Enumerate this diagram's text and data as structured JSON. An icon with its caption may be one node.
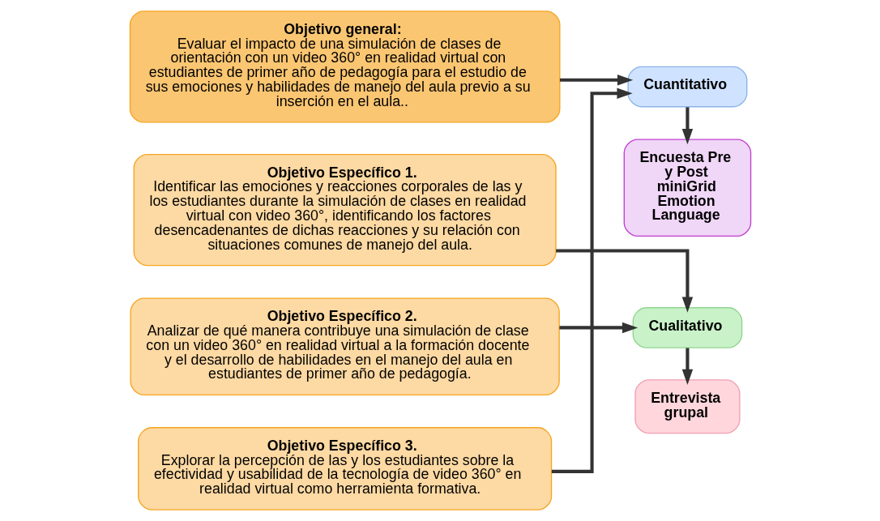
{
  "diagram": {
    "nodes": [
      {
        "text": [
          "Objetivo general:",
          "Evaluar el impacto de una simulación de clases de orientación con un video 360° en realidad virtual con estudiantes de primer año de pedagogía para el estudio de sus emociones y habilidades de manejo del aula previo a su inserción en el aula.."
        ]
      },
      {
        "text": [
          "Objetivo Específico 1.",
          "Identificar las emociones y reacciones corporales de las y los estudiantes durante la simulación de clases en realidad virtual con video 360°, identificando los factores desencadenantes de dichas reacciones y su relación con situaciones comunes de manejo del aula."
        ]
      },
      {
        "text": [
          "Objetivo Específico 2.",
          "Analizar de qué manera contribuye una simulación de clase con un video 360° en realidad virtual a la formación docente y el desarrollo de habilidades en el manejo del aula en estudiantes de primer año de pedagogía."
        ]
      },
      {
        "text": [
          "Objetivo Específico 3.",
          "Explorar la percepción de las y los estudiantes sobre la efectividad y usabilidad de la tecnología de video 360° en realidad virtual como herramienta formativa."
        ]
      },
      {
        "text": [
          "Cualitativo"
        ]
      },
      {
        "text": [
          "Entrevista grupal"
        ]
      },
      {
        "text": [
          "Cuantitativo"
        ]
      },
      {
        "text": [
          "Encuesta Pre y Post miniGrid Emotion Language"
        ]
      }
    ],
    "edges": [
      {
        "from": 1,
        "to": 4,
        "arrow": "to"
      },
      {
        "from": 2,
        "to": 4,
        "arrow": "to"
      },
      {
        "from": 0,
        "to": 6,
        "arrow": "to"
      },
      {
        "from": 3,
        "to": 6,
        "arrow": "to"
      },
      {
        "from": 4,
        "to": 5,
        "arrow": "to"
      },
      {
        "from": 6,
        "to": 7,
        "arrow": "to"
      }
    ]
  }
}
